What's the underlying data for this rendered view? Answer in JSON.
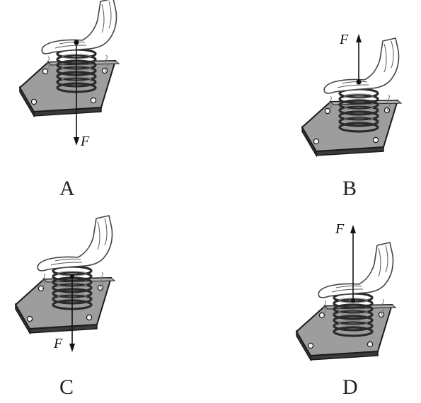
{
  "options": [
    {
      "id": "A",
      "label": "A",
      "force_label": "F",
      "force_direction": "down",
      "force_magnitude": "long"
    },
    {
      "id": "B",
      "label": "B",
      "force_label": "F",
      "force_direction": "up",
      "force_magnitude": "short"
    },
    {
      "id": "C",
      "label": "C",
      "force_label": "F",
      "force_direction": "down",
      "force_magnitude": "short"
    },
    {
      "id": "D",
      "label": "D",
      "force_label": "F",
      "force_direction": "up",
      "force_magnitude": "long"
    }
  ]
}
